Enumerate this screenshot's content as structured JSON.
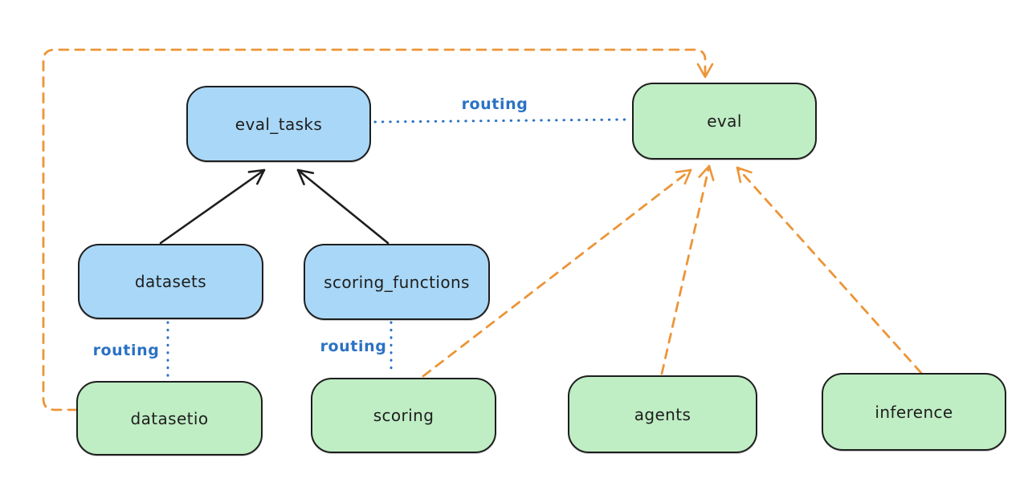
{
  "diagram": {
    "type": "flow-diagram",
    "background": "#ffffff",
    "colors": {
      "api_box_fill": "#a9d7f7",
      "provider_box_fill": "#bfedc4",
      "box_stroke": "#1e1e1e",
      "text": "#1e1e1e",
      "routing_blue": "#2b72c4",
      "dependency_black": "#1e1e1e",
      "provider_orange": "#ec9537"
    },
    "nodes": [
      {
        "id": "eval_tasks",
        "label": "eval_tasks",
        "kind": "api"
      },
      {
        "id": "eval",
        "label": "eval",
        "kind": "provider"
      },
      {
        "id": "datasets",
        "label": "datasets",
        "kind": "api"
      },
      {
        "id": "scoring_functions",
        "label": "scoring_functions",
        "kind": "api"
      },
      {
        "id": "datasetio",
        "label": "datasetio",
        "kind": "provider"
      },
      {
        "id": "scoring",
        "label": "scoring",
        "kind": "provider"
      },
      {
        "id": "agents",
        "label": "agents",
        "kind": "provider"
      },
      {
        "id": "inference",
        "label": "inference",
        "kind": "provider"
      }
    ],
    "edges": [
      {
        "from": "datasets",
        "to": "eval_tasks",
        "style": "solid-black-arrow"
      },
      {
        "from": "scoring_functions",
        "to": "eval_tasks",
        "style": "solid-black-arrow"
      },
      {
        "from": "eval_tasks",
        "to": "eval",
        "style": "dotted-blue",
        "label": "routing"
      },
      {
        "from": "datasets",
        "to": "datasetio",
        "style": "dotted-blue",
        "label": "routing"
      },
      {
        "from": "scoring_functions",
        "to": "scoring",
        "style": "dotted-blue",
        "label": "routing"
      },
      {
        "from": "datasetio",
        "to": "eval",
        "style": "dashed-orange-arrow"
      },
      {
        "from": "scoring",
        "to": "eval",
        "style": "dashed-orange-arrow"
      },
      {
        "from": "agents",
        "to": "eval",
        "style": "dashed-orange-arrow"
      },
      {
        "from": "inference",
        "to": "eval",
        "style": "dashed-orange-arrow"
      }
    ]
  }
}
